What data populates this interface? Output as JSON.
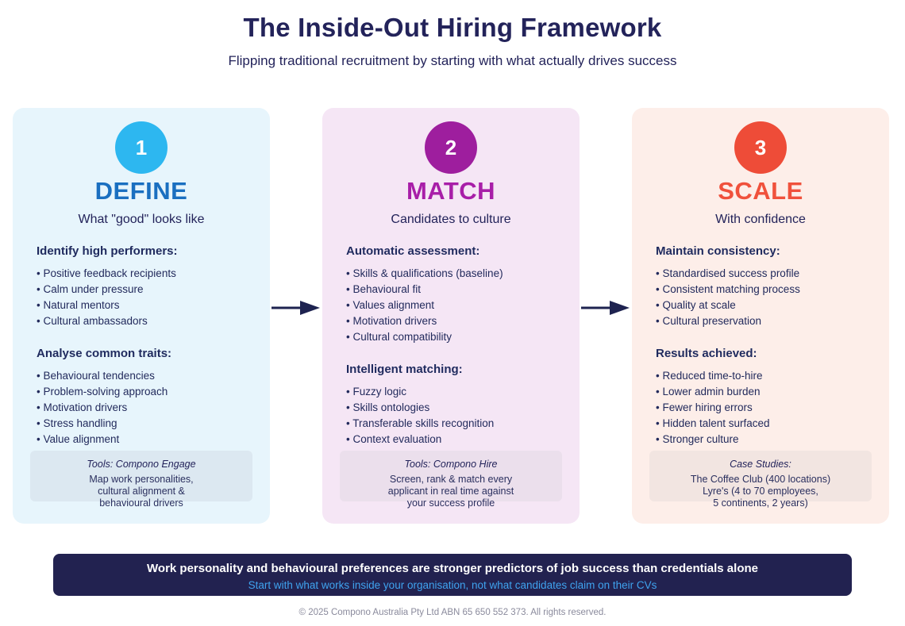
{
  "header": {
    "title": "The Inside-Out Hiring Framework",
    "subtitle": "Flipping traditional recruitment by starting with what actually drives success"
  },
  "cards": [
    {
      "number": "1",
      "title": "DEFINE",
      "subtitle": "What \"good\" looks like",
      "colors": {
        "card_bg": "#e7f5fc",
        "circle_bg": "#2db7f0",
        "title_color": "#1a6fc0",
        "box_bg": "#dce8f1"
      },
      "sections": [
        {
          "heading": "Identify high performers:",
          "items": [
            "Positive feedback recipients",
            "Calm under pressure",
            "Natural mentors",
            "Cultural ambassadors"
          ]
        },
        {
          "heading": "Analyse common traits:",
          "items": [
            "Behavioural tendencies",
            "Problem-solving approach",
            "Motivation drivers",
            "Stress handling",
            "Value alignment"
          ]
        }
      ],
      "footnote": {
        "title": "Tools: Compono Engage",
        "lines": [
          "Map work personalities,",
          "cultural alignment &",
          "behavioural drivers"
        ]
      }
    },
    {
      "number": "2",
      "title": "MATCH",
      "subtitle": "Candidates to culture",
      "colors": {
        "card_bg": "#f5e6f5",
        "circle_bg": "#9e1e9e",
        "title_color": "#a81ea8",
        "box_bg": "#ebdfec"
      },
      "sections": [
        {
          "heading": "Automatic assessment:",
          "items": [
            "Skills & qualifications (baseline)",
            "Behavioural fit",
            "Values alignment",
            "Motivation drivers",
            "Cultural compatibility"
          ]
        },
        {
          "heading": "Intelligent matching:",
          "items": [
            "Fuzzy logic",
            "Skills ontologies",
            "Transferable skills recognition",
            "Context evaluation"
          ]
        }
      ],
      "footnote": {
        "title": "Tools: Compono Hire",
        "lines": [
          "Screen, rank & match every",
          "applicant in real time against",
          "your success profile"
        ]
      }
    },
    {
      "number": "3",
      "title": "SCALE",
      "subtitle": "With confidence",
      "colors": {
        "card_bg": "#fdeee9",
        "circle_bg": "#ee4c38",
        "title_color": "#f0513c",
        "box_bg": "#f2e5e1"
      },
      "sections": [
        {
          "heading": "Maintain consistency:",
          "items": [
            "Standardised success profile",
            "Consistent matching process",
            "Quality at scale",
            "Cultural preservation"
          ]
        },
        {
          "heading": "Results achieved:",
          "items": [
            "Reduced time-to-hire",
            "Lower admin burden",
            "Fewer hiring errors",
            "Hidden talent surfaced",
            "Stronger culture"
          ]
        }
      ],
      "footnote": {
        "title": "Case Studies:",
        "lines": [
          "The Coffee Club (400 locations)",
          "Lyre's (4 to 70 employees,",
          "5 continents, 2 years)"
        ]
      }
    }
  ],
  "arrow_color": "#1e2350",
  "banner": {
    "line1": "Work personality and behavioural preferences are stronger predictors of job success than credentials alone",
    "line2": "Start with what works inside your organisation, not what candidates claim on their CVs",
    "bg": "#222250",
    "line2_color": "#3fa3ef"
  },
  "footer": {
    "copyright": "© 2025 Compono Australia Pty Ltd ABN 65 650 552 373. All rights reserved."
  }
}
